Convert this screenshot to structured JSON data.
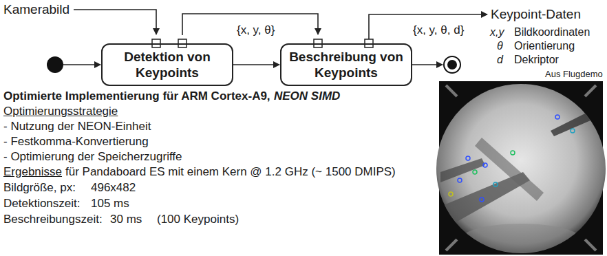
{
  "diagram": {
    "nodes": [
      {
        "text": [
          "Detektion von Keypoints"
        ]
      },
      {
        "text": [
          "Beschreibung von Keypoints"
        ]
      }
    ],
    "edges": [
      {
        "from": 0,
        "to": 1,
        "arrow": "to"
      },
      {
        "from": 0,
        "to": 1,
        "label": "{x, y, θ}",
        "arrow": "to"
      }
    ],
    "labels": [
      "Kamerabild",
      "{x, y, θ, d}",
      "Keypoint-Daten",
      "x,y",
      "Bildkoordinaten",
      "θ",
      "Orientierung",
      "d",
      "Dekriptor",
      "Aus Flugdemo",
      "Optimierte Implementierung für ARM Cortex-A9,",
      "NEON SIMD",
      "Optimierungsstrategie",
      "- Nutzung der NEON-Einheit",
      "- Festkomma-Konvertierung",
      "- Optimierung der Speicherzugriffe",
      "Ergebnisse",
      "für Pandaboard ES mit einem Kern @ 1.2 GHz (~ 1500 DMIPS)",
      "Bildgröße, px:",
      "496x482",
      "Detektionszeit:",
      "105 ms",
      "Beschreibungszeit:",
      "30 ms",
      "(100 Keypoints)"
    ]
  }
}
